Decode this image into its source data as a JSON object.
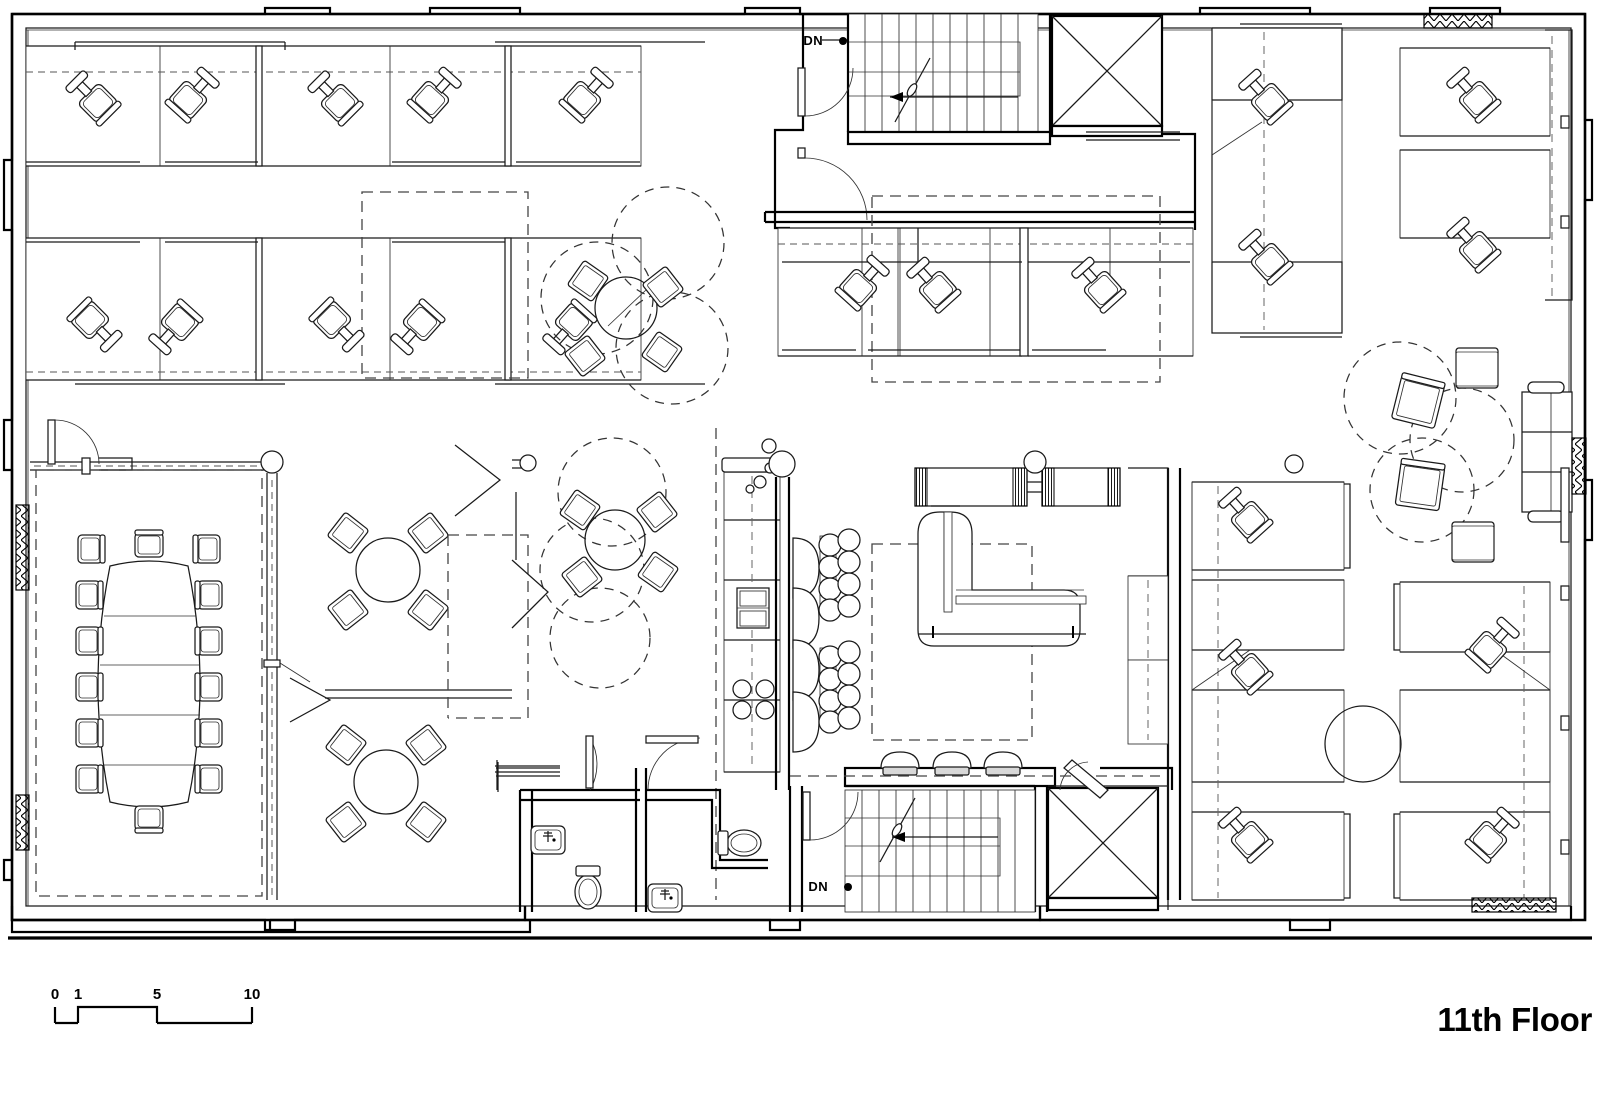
{
  "drawing": {
    "title": "11th Floor",
    "type": "architectural-floor-plan",
    "stair_labels": [
      "DN",
      "DN"
    ]
  },
  "scale_bar": {
    "ticks": [
      "0",
      "1",
      "5",
      "10"
    ],
    "unit_positions": [
      0,
      1,
      5,
      10
    ]
  },
  "rooms": {
    "boardroom": "boardroom",
    "open_office_nw": "open-office-northwest",
    "open_office_ne": "open-office-northeast",
    "open_office_se": "open-office-southeast",
    "pantry": "pantry-kitchen",
    "lounge": "lounge",
    "restrooms": "restrooms",
    "stair_north": "stair-north",
    "stair_south": "stair-south",
    "elevator_north": "elevator-north",
    "elevator_south": "elevator-south",
    "cafe_north": "cafe-seating-north",
    "cafe_center": "cafe-seating-center"
  },
  "counts": {
    "boardroom_chairs": 14,
    "cafe_tables": 4,
    "elevators": 2,
    "stairs": 2,
    "restroom_fixtures": 5
  }
}
